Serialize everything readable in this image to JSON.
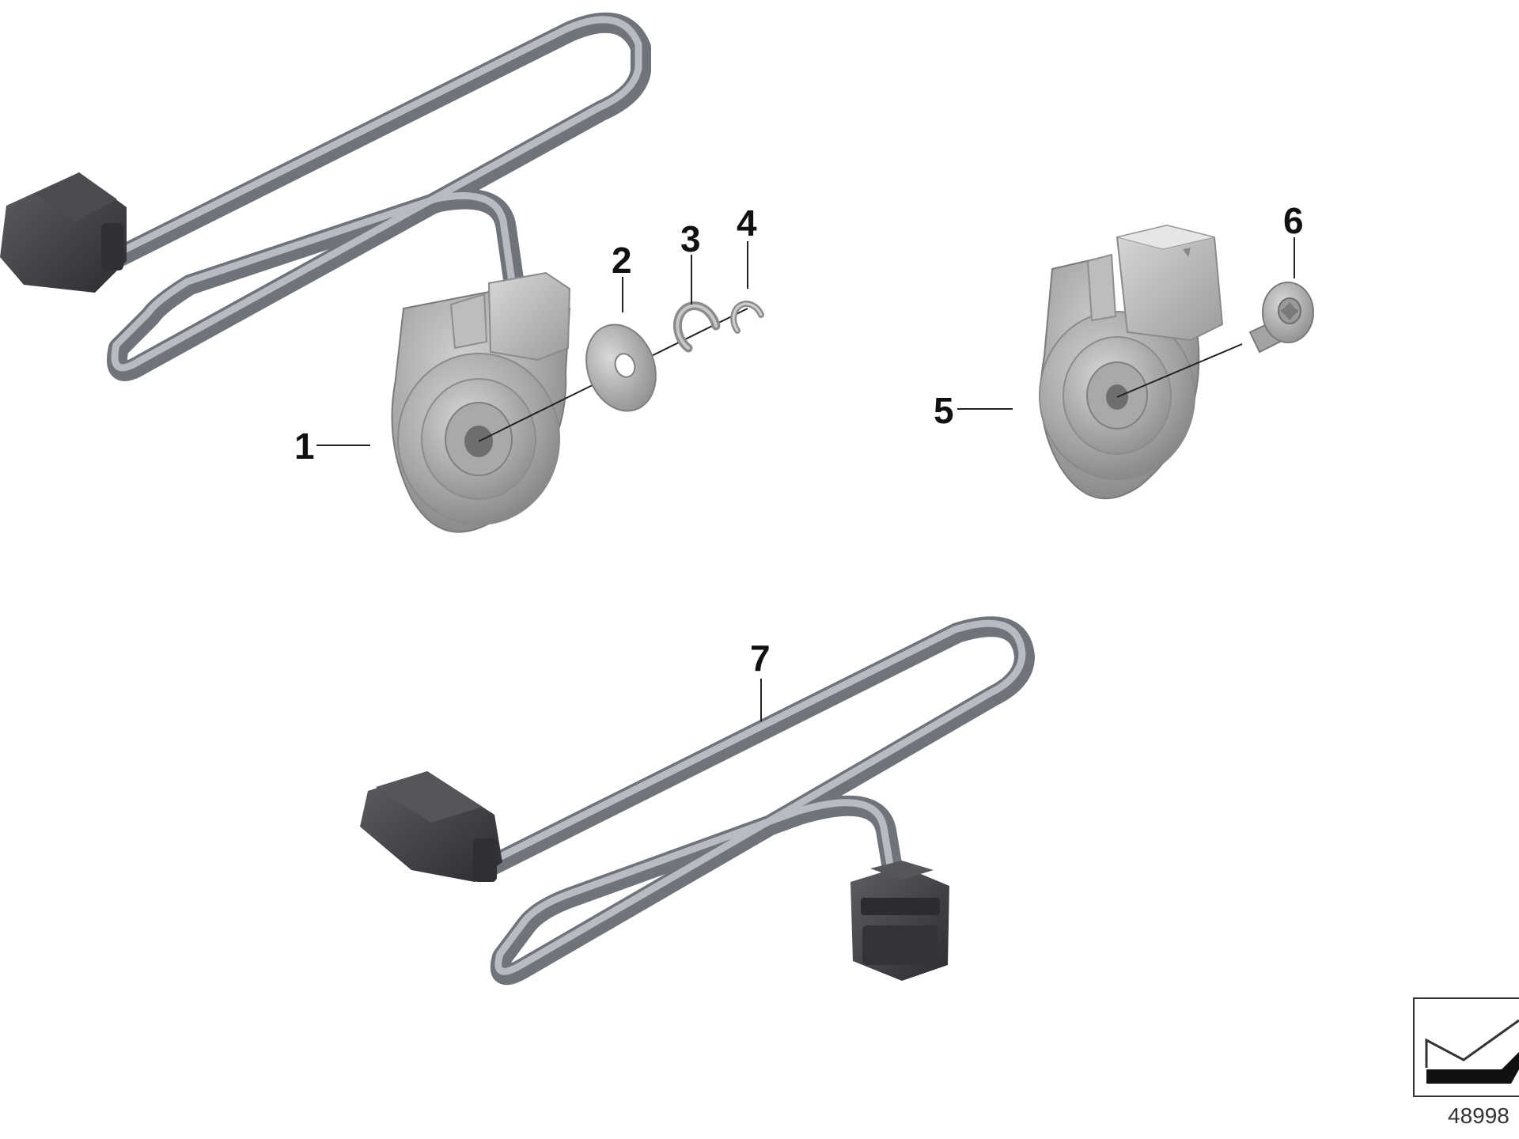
{
  "diagram": {
    "callouts": [
      {
        "label": "1"
      },
      {
        "label": "2"
      },
      {
        "label": "3"
      },
      {
        "label": "4"
      },
      {
        "label": "5"
      },
      {
        "label": "6"
      },
      {
        "label": "7"
      }
    ],
    "reference_number": "48998",
    "colors": {
      "cable": "#7f838a",
      "cable_highlight": "#c9ccd1",
      "connector": "#3c3d40",
      "connector_light": "#5a5b5f",
      "housing": "#9a9a9a",
      "housing_light": "#c4c4c4",
      "housing_dark": "#7a7a7a",
      "leader": "#222222"
    },
    "icons": {
      "orientation_badge": "orientation-arrow-icon"
    }
  }
}
